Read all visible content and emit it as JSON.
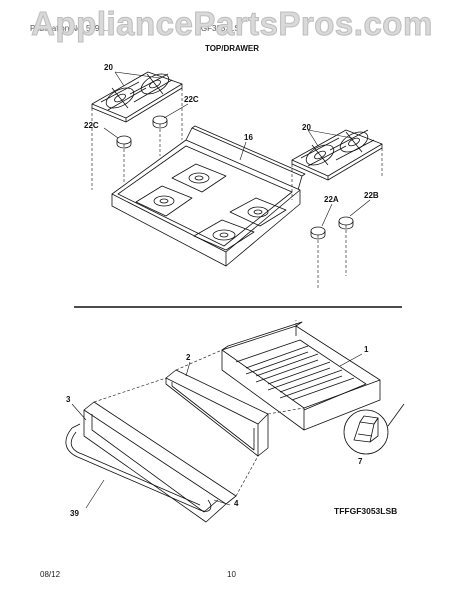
{
  "header": {
    "publication_label": "Publication No. 5995...",
    "model_label": "FGF3053LS",
    "watermark": "AppliancePartsPros.com"
  },
  "section_title": "TOP/DRAWER",
  "callouts": {
    "grate_left": "20",
    "grate_right": "20",
    "foot_22c_right": "22C",
    "foot_22c_left": "22C",
    "maintop": "16",
    "foot_22a": "22A",
    "foot_22b": "22B",
    "drawer": "1",
    "panel": "2",
    "front": "3",
    "handle": "39",
    "trim": "4",
    "clip": "7"
  },
  "model_code": "TFFGF3053LSB",
  "footer": {
    "date": "08/12",
    "page_number": "10"
  }
}
